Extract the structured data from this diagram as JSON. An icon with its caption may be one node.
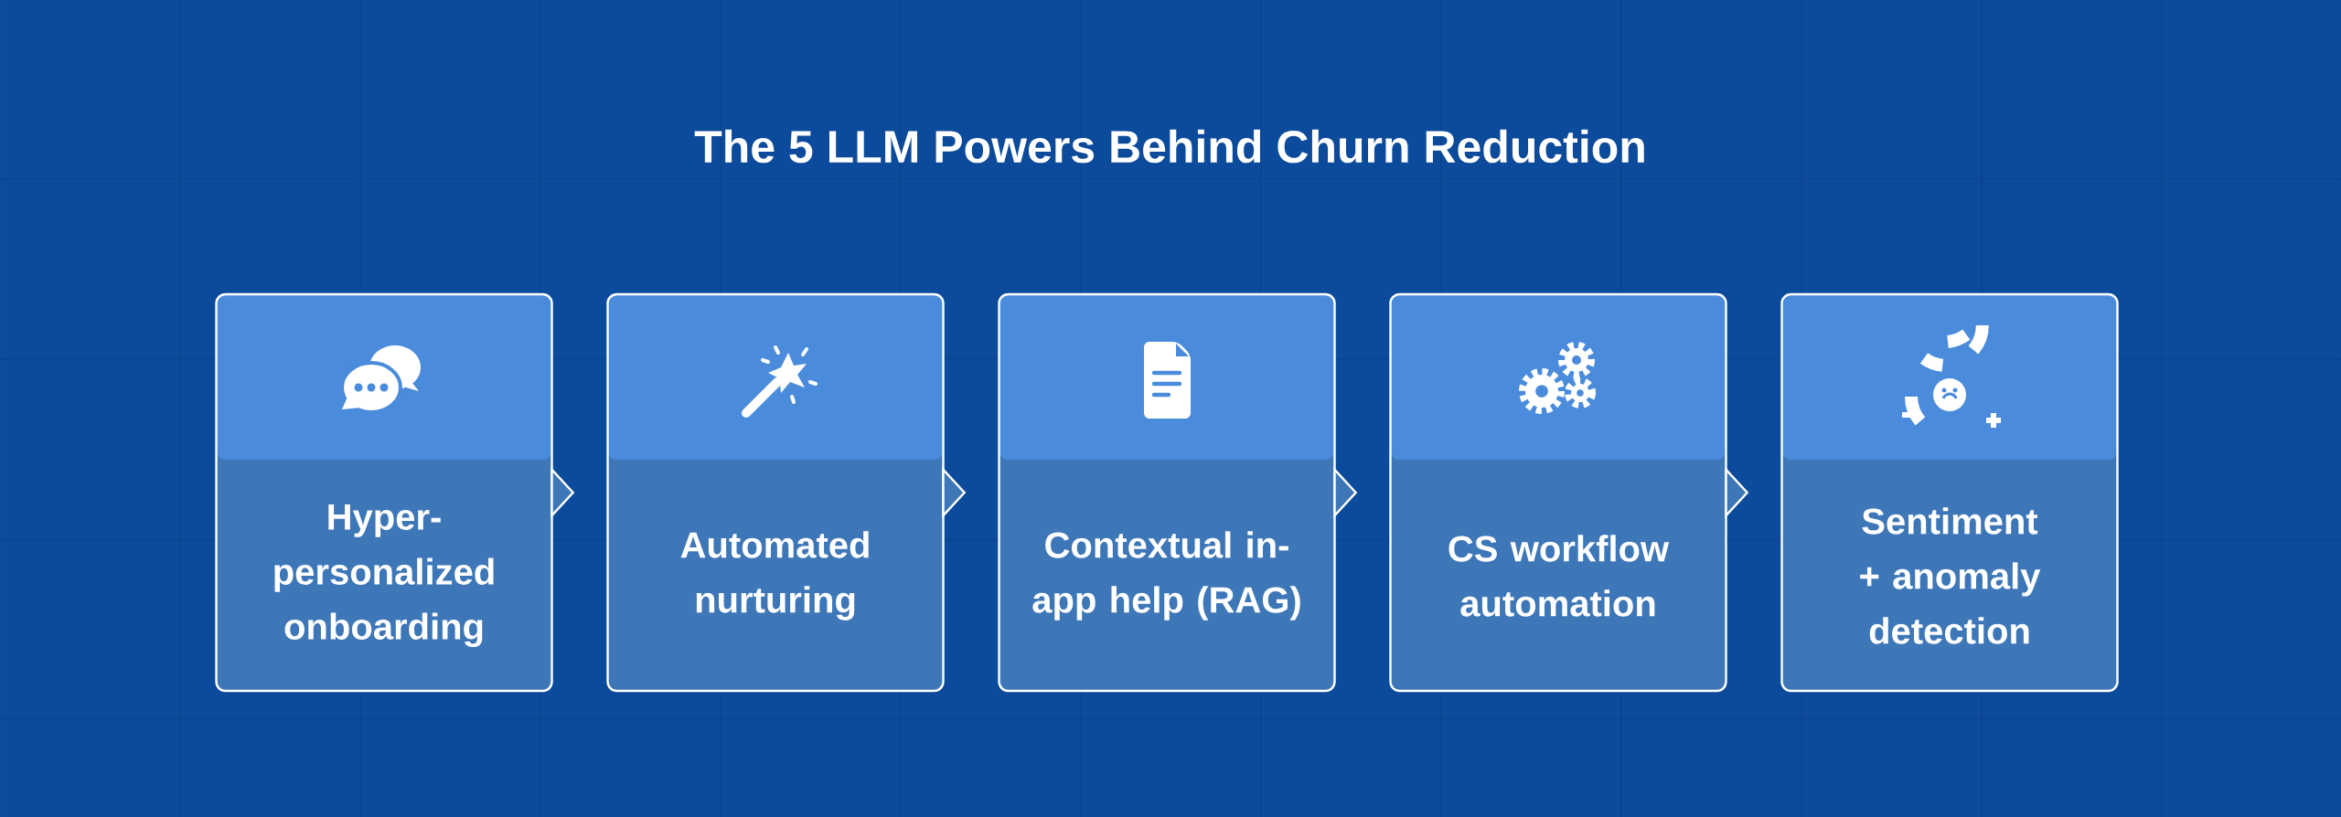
{
  "diagram": {
    "title": "The 5 LLM Powers Behind Churn Reduction",
    "nodes": [
      {
        "text": [
          "Hyper-personalized onboarding"
        ]
      },
      {
        "text": [
          "Automated nurturing"
        ]
      },
      {
        "text": [
          "Contextual in-app help (RAG)"
        ]
      },
      {
        "text": [
          "CS workflow automation"
        ]
      },
      {
        "text": [
          "Sentiment + anomaly detection"
        ]
      }
    ],
    "edges": [
      {
        "from": 0,
        "to": 1,
        "arrow": "to"
      },
      {
        "from": 1,
        "to": 2,
        "arrow": "to"
      },
      {
        "from": 2,
        "to": 3,
        "arrow": "to"
      },
      {
        "from": 3,
        "to": 4,
        "arrow": "to"
      }
    ]
  }
}
